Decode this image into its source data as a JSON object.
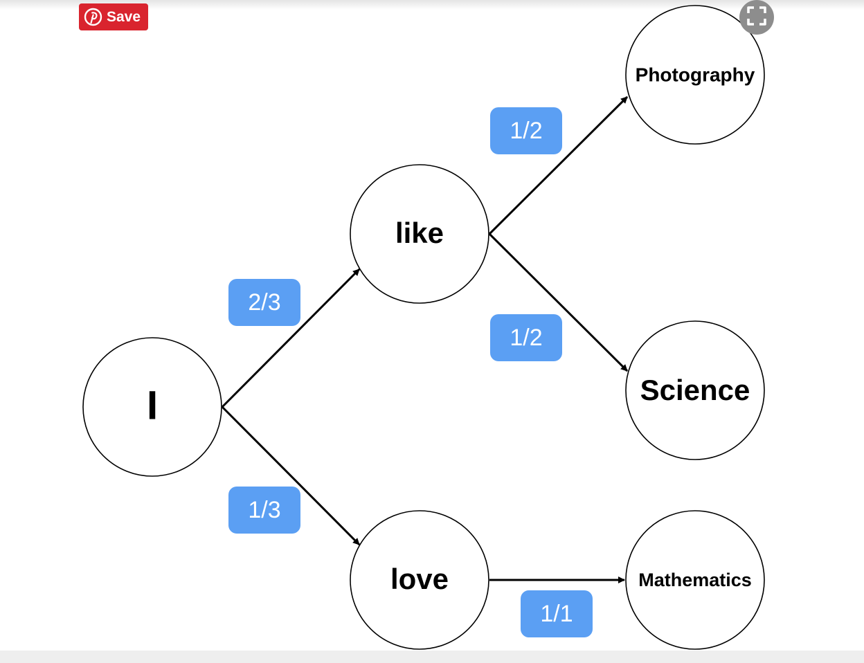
{
  "pin": {
    "save_label": "Save",
    "icon": "pinterest-icon",
    "brand_color": "#d9242e"
  },
  "expand": {
    "icon": "expand-icon"
  },
  "diagram": {
    "nodes": [
      {
        "id": "I",
        "label": "I"
      },
      {
        "id": "like",
        "label": "like"
      },
      {
        "id": "love",
        "label": "love"
      },
      {
        "id": "Photography",
        "label": "Photography"
      },
      {
        "id": "Science",
        "label": "Science"
      },
      {
        "id": "Mathematics",
        "label": "Mathematics"
      }
    ],
    "edges": [
      {
        "from": "I",
        "to": "like",
        "probability": "2/3"
      },
      {
        "from": "I",
        "to": "love",
        "probability": "1/3"
      },
      {
        "from": "like",
        "to": "Photography",
        "probability": "1/2"
      },
      {
        "from": "like",
        "to": "Science",
        "probability": "1/2"
      },
      {
        "from": "love",
        "to": "Mathematics",
        "probability": "1/1"
      }
    ],
    "badge_color": "#5b9ff3"
  }
}
